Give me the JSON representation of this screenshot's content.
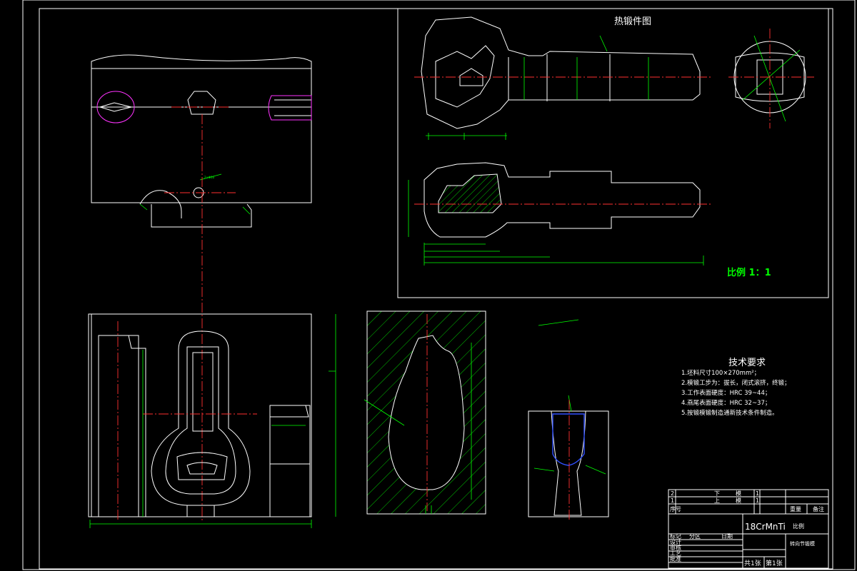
{
  "drawing": {
    "forging_title": "热锻件图",
    "scale_label": "比例  1：1",
    "tech_title": "技术要求",
    "tech_requirements": [
      "1.坯料尺寸100×270mm²；",
      "2.模锻工步为：拔长，闭式滚挤，终锻；",
      "3.工作表面硬度：HRC 39~44；",
      "4.燕尾表面硬度：HRC 32~37；",
      "5.按锻模锻制造通新技术条件制造。"
    ]
  },
  "title_block": {
    "material": "18CrMnTi",
    "part_name": "转向节锻模",
    "sheets": "共1张",
    "sheet_no": "第1张",
    "upper_label": "下",
    "lower_label": "上",
    "die_label_1": "模",
    "die_label_2": "模",
    "qty_1": "1",
    "qty_2": "1",
    "no_1": "2",
    "no_2": "1",
    "col_no": "序号",
    "col_weight": "重量",
    "col_remark": "备注",
    "col_scale": "比例",
    "col_mark": "标记",
    "col_zone": "分区",
    "col_date": "日期",
    "col_design": "设计",
    "col_check": "审核",
    "col_process": "工艺",
    "col_approve": "批准"
  }
}
